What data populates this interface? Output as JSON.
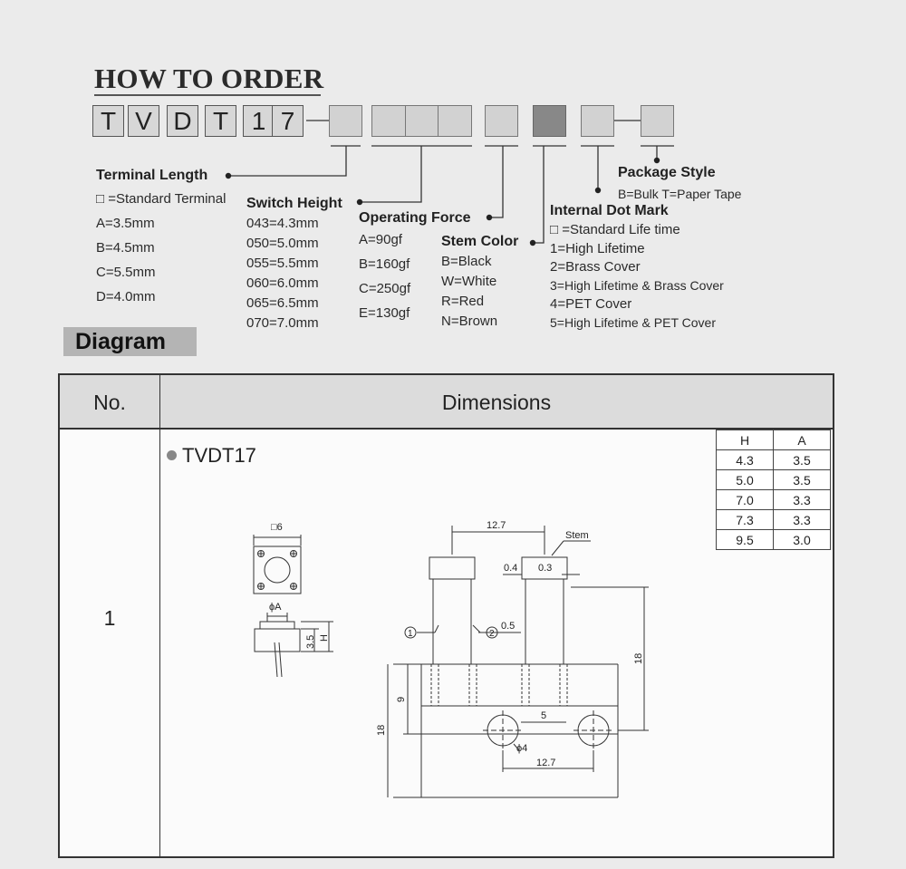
{
  "order": {
    "title": "HOW TO ORDER",
    "code_letters": [
      "T",
      "V",
      "D",
      "T",
      "1",
      "7"
    ],
    "sections": {
      "terminal_length": {
        "heading": "Terminal Length",
        "options": [
          "□ =Standard Terminal",
          "A=3.5mm",
          "B=4.5mm",
          "C=5.5mm",
          "D=4.0mm"
        ]
      },
      "switch_height": {
        "heading": "Switch Height",
        "options": [
          "043=4.3mm",
          "050=5.0mm",
          "055=5.5mm",
          "060=6.0mm",
          "065=6.5mm",
          "070=7.0mm"
        ]
      },
      "operating_force": {
        "heading": "Operating Force",
        "options": [
          "A=90gf",
          "B=160gf",
          "C=250gf",
          "E=130gf"
        ]
      },
      "stem_color": {
        "heading": "Stem Color",
        "options": [
          "B=Black",
          "W=White",
          "R=Red",
          "N=Brown"
        ]
      },
      "internal_dot_mark": {
        "heading": "Internal Dot Mark",
        "options": [
          "□ =Standard Life time",
          "1=High Lifetime",
          "2=Brass Cover",
          "3=High Lifetime & Brass Cover",
          "4=PET Cover",
          "5=High Lifetime & PET Cover"
        ]
      },
      "package_style": {
        "heading": "Package Style",
        "options": [
          "B=Bulk T=Paper Tape"
        ]
      }
    }
  },
  "diagram": {
    "label": "Diagram",
    "table": {
      "headers": {
        "no": "No.",
        "dimensions": "Dimensions"
      },
      "row_no": "1",
      "product": "TVDT17",
      "ha_table": {
        "headers": [
          "H",
          "A"
        ],
        "rows": [
          [
            "4.3",
            "3.5"
          ],
          [
            "5.0",
            "3.5"
          ],
          [
            "7.0",
            "3.3"
          ],
          [
            "7.3",
            "3.3"
          ],
          [
            "9.5",
            "3.0"
          ]
        ]
      },
      "drawing_labels": {
        "square6": "□6",
        "phiA": "ϕA",
        "dim_3_5": "3.5",
        "H": "H",
        "d12_7_top": "12.7",
        "stem": "Stem",
        "d0_4": "0.4",
        "d0_3": "0.3",
        "circ1": "1",
        "circ2": "2",
        "d0_5": "0.5",
        "d18_right": "18",
        "d9": "9",
        "d18_left": "18",
        "d5": "5",
        "phi4": "ϕ4",
        "d12_7_bottom": "12.7"
      }
    }
  }
}
